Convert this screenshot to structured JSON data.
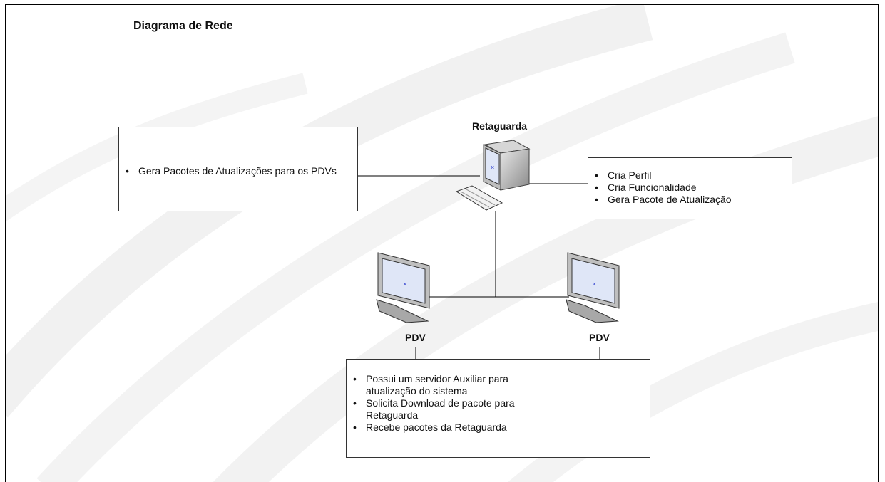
{
  "title": "Diagrama de Rede",
  "nodes": {
    "retaguarda": {
      "label": "Retaguarda",
      "icon": "desktop-computer-icon"
    },
    "pdv_left": {
      "label": "PDV",
      "icon": "monitor-icon"
    },
    "pdv_right": {
      "label": "PDV",
      "icon": "monitor-icon"
    }
  },
  "notes": {
    "left": {
      "items": [
        "Gera Pacotes de Atualizações para os PDVs"
      ]
    },
    "right": {
      "items": [
        "Cria Perfil",
        "Cria Funcionalidade",
        "Gera Pacote de Atualização"
      ]
    },
    "bottom": {
      "items": [
        "Possui um servidor Auxiliar para atualização do sistema",
        "Solicita Download de pacote para Retaguarda",
        "Recebe pacotes da Retaguarda"
      ]
    }
  },
  "colors": {
    "line": "#000000",
    "monitor_body": "#b8b8b8",
    "screen": "#dfe6f7"
  }
}
